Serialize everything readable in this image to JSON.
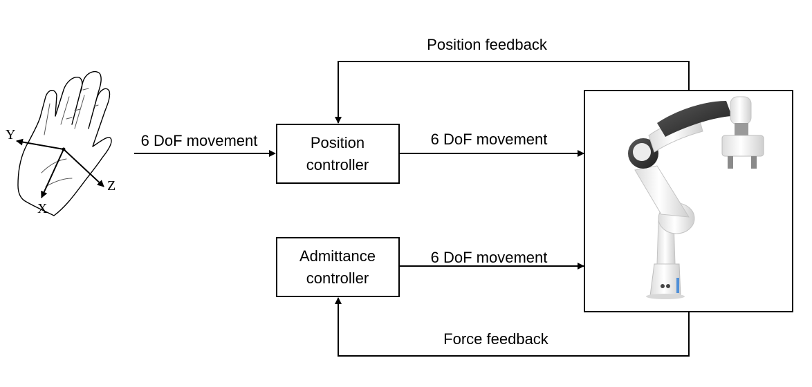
{
  "hand": {
    "axis_y": "Y",
    "axis_x": "X",
    "axis_z": "Z"
  },
  "input_label": "6 DoF movement",
  "position_controller": {
    "line1": "Position",
    "line2": "controller"
  },
  "admittance_controller": {
    "line1": "Admittance",
    "line2": "controller"
  },
  "position_output_label": "6 DoF movement",
  "admittance_output_label": "6 DoF movement",
  "position_feedback_label": "Position feedback",
  "force_feedback_label": "Force feedback"
}
